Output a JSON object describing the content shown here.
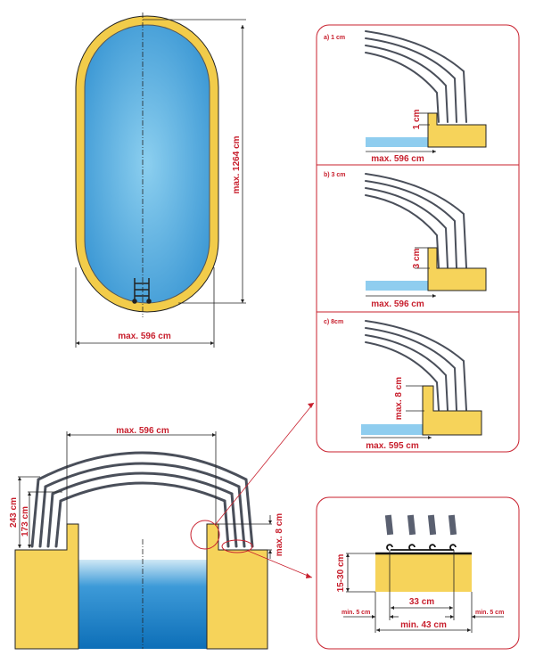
{
  "top_view": {
    "length_label": "max. 1264 cm",
    "width_label": "max. 596 cm"
  },
  "section": {
    "width_label": "max. 596 cm",
    "height_outer_label": "243 cm",
    "height_inner_label": "173 cm",
    "wall_label": "max. 8 cm"
  },
  "panels": [
    {
      "title": "a) 1 cm",
      "height_label": "1 cm",
      "width_label": "max. 596 cm"
    },
    {
      "title": "b) 3 cm",
      "height_label": "3 cm",
      "width_label": "max. 596 cm"
    },
    {
      "title": "c) 8cm",
      "height_label": "max. 8 cm",
      "width_label": "max. 595 cm"
    }
  ],
  "detail": {
    "height_label": "15-30 cm",
    "inner_label": "33 cm",
    "margin_left_label": "min. 5 cm",
    "margin_right_label": "min. 5 cm",
    "total_label": "min. 43 cm"
  },
  "colors": {
    "accent": "#c8202e",
    "ground": "#f6d35a",
    "water": "#3a9ad6"
  }
}
